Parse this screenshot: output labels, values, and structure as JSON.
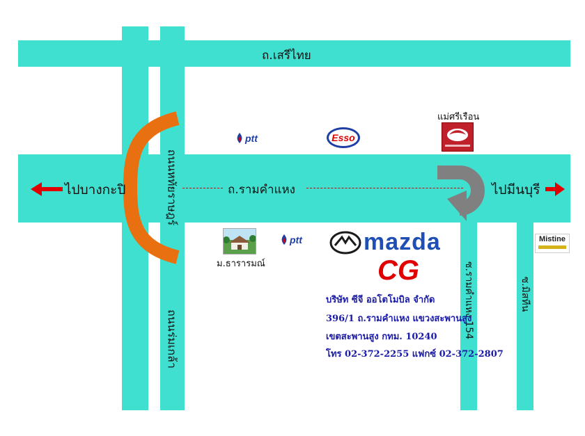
{
  "roads": {
    "top_road": "ถ.เสรีไทย",
    "main_road": "ถ.รามคำแหง",
    "vertical_left_upper": "ถนนหทัยราษฎร์",
    "vertical_left_lower": "ถนนร่มเกล้า",
    "soi_154": "ซ.รามคำแหง 154",
    "soi_right": "ซ.มิสทีน"
  },
  "directions": {
    "west": "ไปบางกะปิ",
    "east": "ไปมีนบุรี"
  },
  "landmarks": {
    "ptt_top": "ptt",
    "esso": "Esso",
    "mae_sri_ruen_label": "แม่ศรีเรือน",
    "ptt_bottom": "ptt",
    "village": "ม.ธารารมณ์",
    "mistine": "Mistine",
    "mazda": "mazda",
    "cg": "CG"
  },
  "address": {
    "company": "บริษัท ซีจี ออโตโมบิล จำกัด",
    "line1": "396/1 ถ.รามคำแหง แขวงสะพานสูง",
    "line2": "เขตสะพานสูง กทม. 10240",
    "phone": "โทร 02-372-2255  แฟกซ์ 02-372-2807"
  },
  "colors": {
    "road": "#40e0d0",
    "overpass": "#e87010",
    "uturn": "#808080",
    "arrow": "#e00000",
    "address_text": "#1a1aa8"
  }
}
